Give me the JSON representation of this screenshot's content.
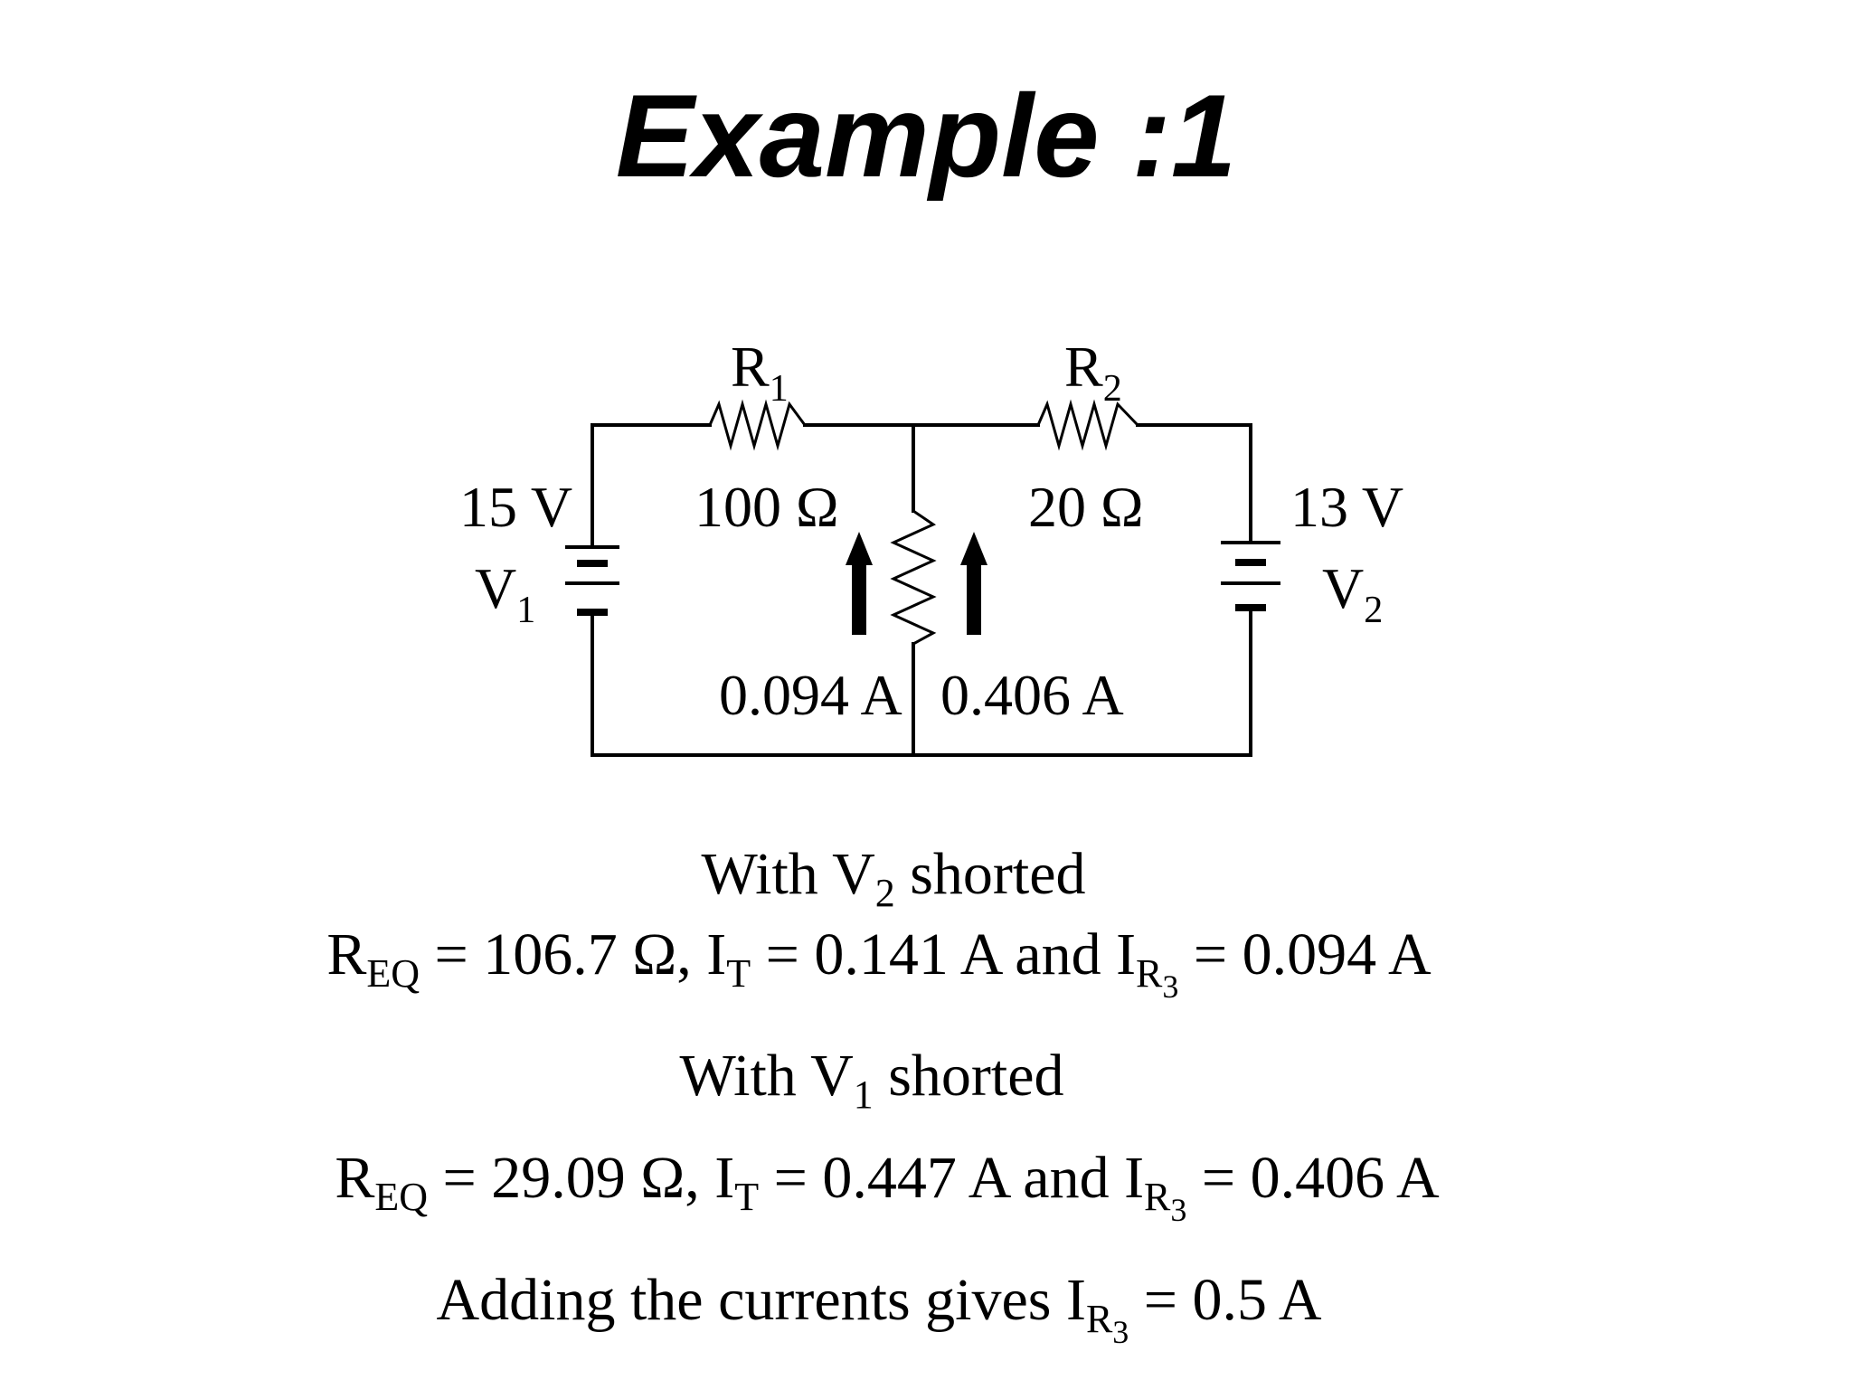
{
  "title": "Example :1",
  "circuit": {
    "r1": {
      "name": "R",
      "sub": "1",
      "value": "100 Ω"
    },
    "r2": {
      "name": "R",
      "sub": "2",
      "value": "20 Ω"
    },
    "v1": {
      "name": "V",
      "sub": "1",
      "value": "15 V"
    },
    "v2": {
      "name": "V",
      "sub": "2",
      "value": "13 V"
    },
    "current_left": "0.094 A",
    "current_right": "0.406 A"
  },
  "case1": {
    "heading": {
      "a": "With V",
      "sub": "2",
      "b": " shorted"
    },
    "line": {
      "req_sym": "R",
      "req_sub": "EQ",
      "req_val": " = 106.7 Ω, I",
      "it_sub": "T",
      "it_val": " = 0.141 A and I",
      "ir_sub": "R",
      "ir_sub2": "3",
      "ir_val": " = 0.094 A"
    }
  },
  "case2": {
    "heading": {
      "a": "With V",
      "sub": "1",
      "b": " shorted"
    },
    "line": {
      "req_sym": "R",
      "req_sub": "EQ",
      "req_val": " = 29.09 Ω, I",
      "it_sub": "T",
      "it_val": " = 0.447 A and I",
      "ir_sub": "R",
      "ir_sub2": "3",
      "ir_val": " = 0.406 A"
    }
  },
  "conclusion": {
    "a": "Adding the currents gives I",
    "sub": "R",
    "sub2": "3",
    "b": " = 0.5 A"
  }
}
